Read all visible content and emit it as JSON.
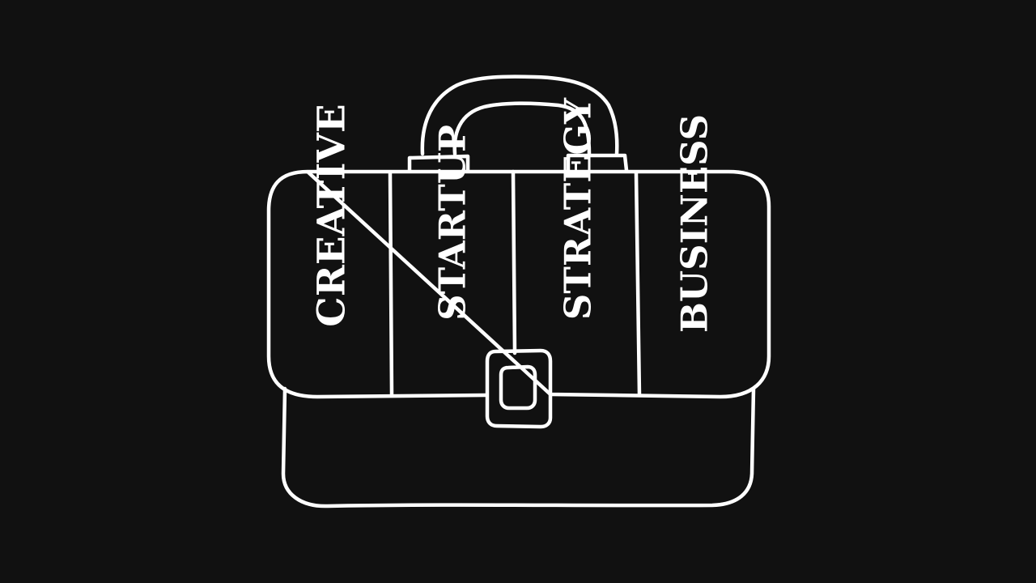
{
  "labels": [
    "CREATIVE",
    "STARTUP",
    "STRATEGY",
    "BUSINESS"
  ],
  "colors": {
    "background": "#111111",
    "stroke": "#ffffff",
    "text": "#ffffff"
  },
  "icons": {
    "main": "briefcase-icon",
    "clasp": "clasp-icon"
  }
}
